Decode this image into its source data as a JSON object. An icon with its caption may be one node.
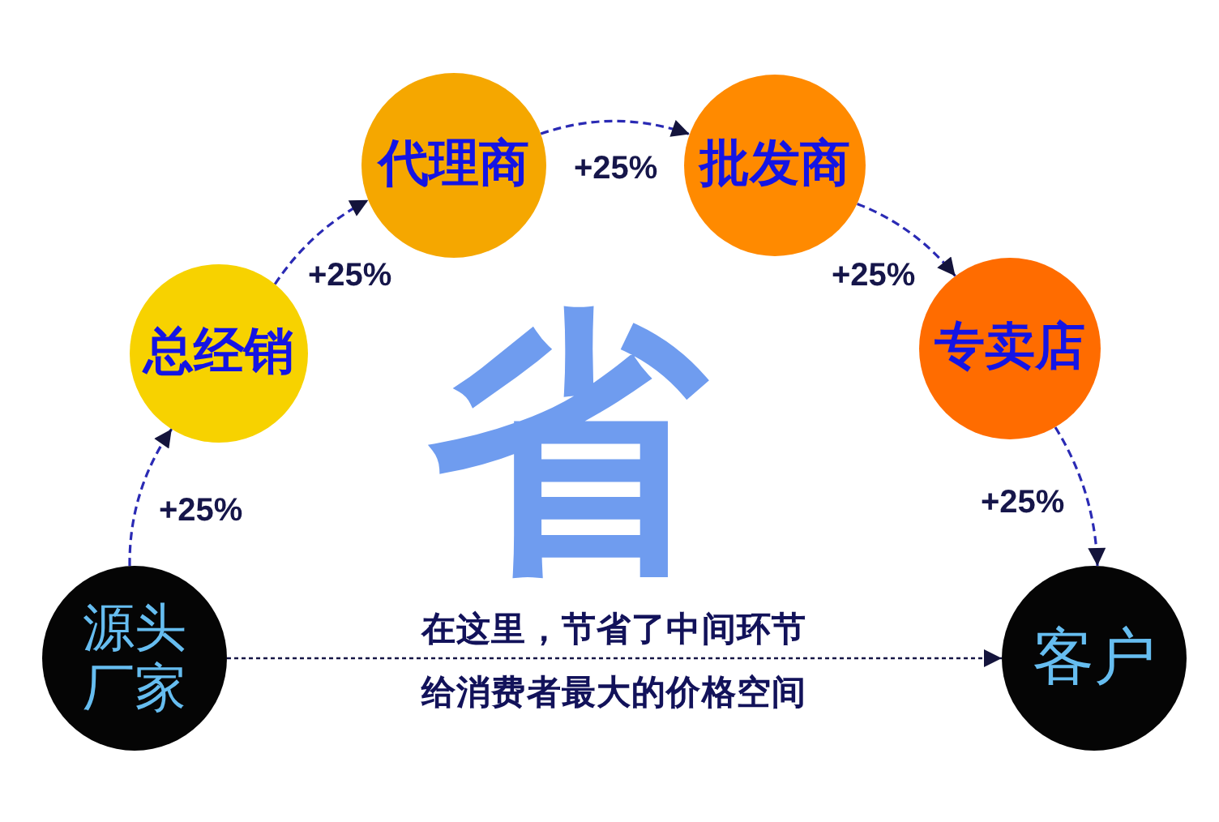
{
  "diagram": {
    "nodes": [
      {
        "text": [
          "源头厂家"
        ]
      },
      {
        "text": [
          "总经销"
        ]
      },
      {
        "text": [
          "代理商"
        ]
      },
      {
        "text": [
          "批发商"
        ]
      },
      {
        "text": [
          "专卖店"
        ]
      },
      {
        "text": [
          "客户"
        ]
      }
    ],
    "edges": [
      {
        "from": 0,
        "to": 1,
        "arrow": "to",
        "label": "+25%",
        "style": "dashed"
      },
      {
        "from": 1,
        "to": 2,
        "arrow": "to",
        "label": "+25%",
        "style": "dashed"
      },
      {
        "from": 2,
        "to": 3,
        "arrow": "to",
        "label": "+25%",
        "style": "dashed"
      },
      {
        "from": 3,
        "to": 4,
        "arrow": "to",
        "label": "+25%",
        "style": "dashed"
      },
      {
        "from": 4,
        "to": 5,
        "arrow": "to",
        "label": "+25%",
        "style": "dashed"
      },
      {
        "from": 0,
        "to": 5,
        "arrow": "to",
        "style": "dashed",
        "color": "#161646"
      }
    ],
    "labels": [
      "省",
      "在这里，节省了中间环节",
      "给消费者最大的价格空间"
    ]
  }
}
